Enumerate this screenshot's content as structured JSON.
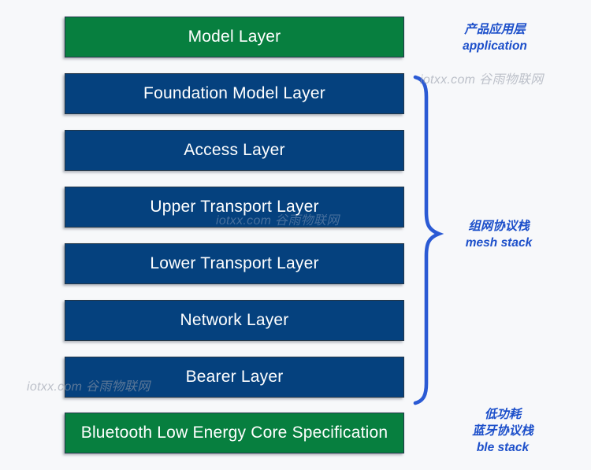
{
  "diagram": {
    "title_hint": "Bluetooth mesh protocol stack diagram",
    "background_color": "#f7f8fa",
    "colors": {
      "application_layer_green": "#077f3f",
      "stack_layer_blue": "#05417e",
      "annotation_blue": "#1c4fca",
      "brace_blue": "#2b5ad4",
      "bar_text": "#ffffff",
      "watermark_gray": "#949ba8"
    }
  },
  "layers": [
    {
      "label": "Model Layer",
      "color": "green"
    },
    {
      "label": "Foundation Model Layer",
      "color": "blue"
    },
    {
      "label": "Access Layer",
      "color": "blue"
    },
    {
      "label": "Upper Transport Layer",
      "color": "blue"
    },
    {
      "label": "Lower Transport Layer",
      "color": "blue"
    },
    {
      "label": "Network Layer",
      "color": "blue"
    },
    {
      "label": "Bearer Layer",
      "color": "blue"
    },
    {
      "label": "Bluetooth Low Energy Core Specification",
      "color": "green"
    }
  ],
  "annotations": {
    "application": {
      "line1": "产品应用层",
      "line2": "application"
    },
    "mesh": {
      "line1": "组网协议栈",
      "line2": "mesh stack"
    },
    "ble": {
      "line1": "低功耗",
      "line2": "蓝牙协议栈",
      "line3": "ble stack"
    }
  },
  "watermark": {
    "text": "iotxx.com 谷雨物联网"
  }
}
